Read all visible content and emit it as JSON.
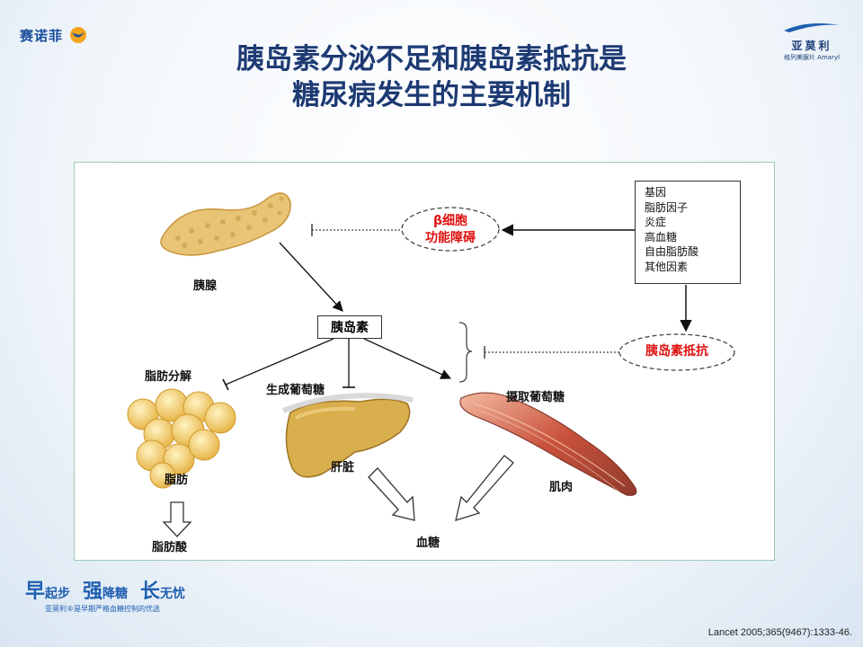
{
  "brand_left": "赛诺菲",
  "brand_right": {
    "name": "亚莫利",
    "tagline": "格列美脲片 Amaryl"
  },
  "title": {
    "line1": "胰岛素分泌不足和胰岛素抵抗是",
    "line2": "糖尿病发生的主要机制"
  },
  "diagram": {
    "pancreas": "胰腺",
    "insulin": "胰岛素",
    "beta_cell_line1": "β细胞",
    "beta_cell_line2": "功能障碍",
    "insulin_resistance": "胰岛素抵抗",
    "factors": [
      "基因",
      "脂肪因子",
      "炎症",
      "高血糖",
      "自由脂肪酸",
      "其他因素"
    ],
    "lipolysis": "脂肪分解",
    "gluconeogenesis": "生成葡萄糖",
    "glucose_uptake": "摄取葡萄糖",
    "fat": "脂肪",
    "liver": "肝脏",
    "muscle": "肌肉",
    "fatty_acid": "脂肪酸",
    "blood_glucose": "血糖"
  },
  "slogan": {
    "p1a": "早",
    "p1b": "起步",
    "p2a": "强",
    "p2b": "降糖",
    "p3a": "长",
    "p3b": "无忧",
    "sub": "亚莫利®是早期严格血糖控制的优选"
  },
  "reference": "Lancet 2005;365(9467):1333-46.",
  "colors": {
    "title": "#1d3a73",
    "red": "#e01010",
    "brand_blue": "#1f5fb0"
  }
}
